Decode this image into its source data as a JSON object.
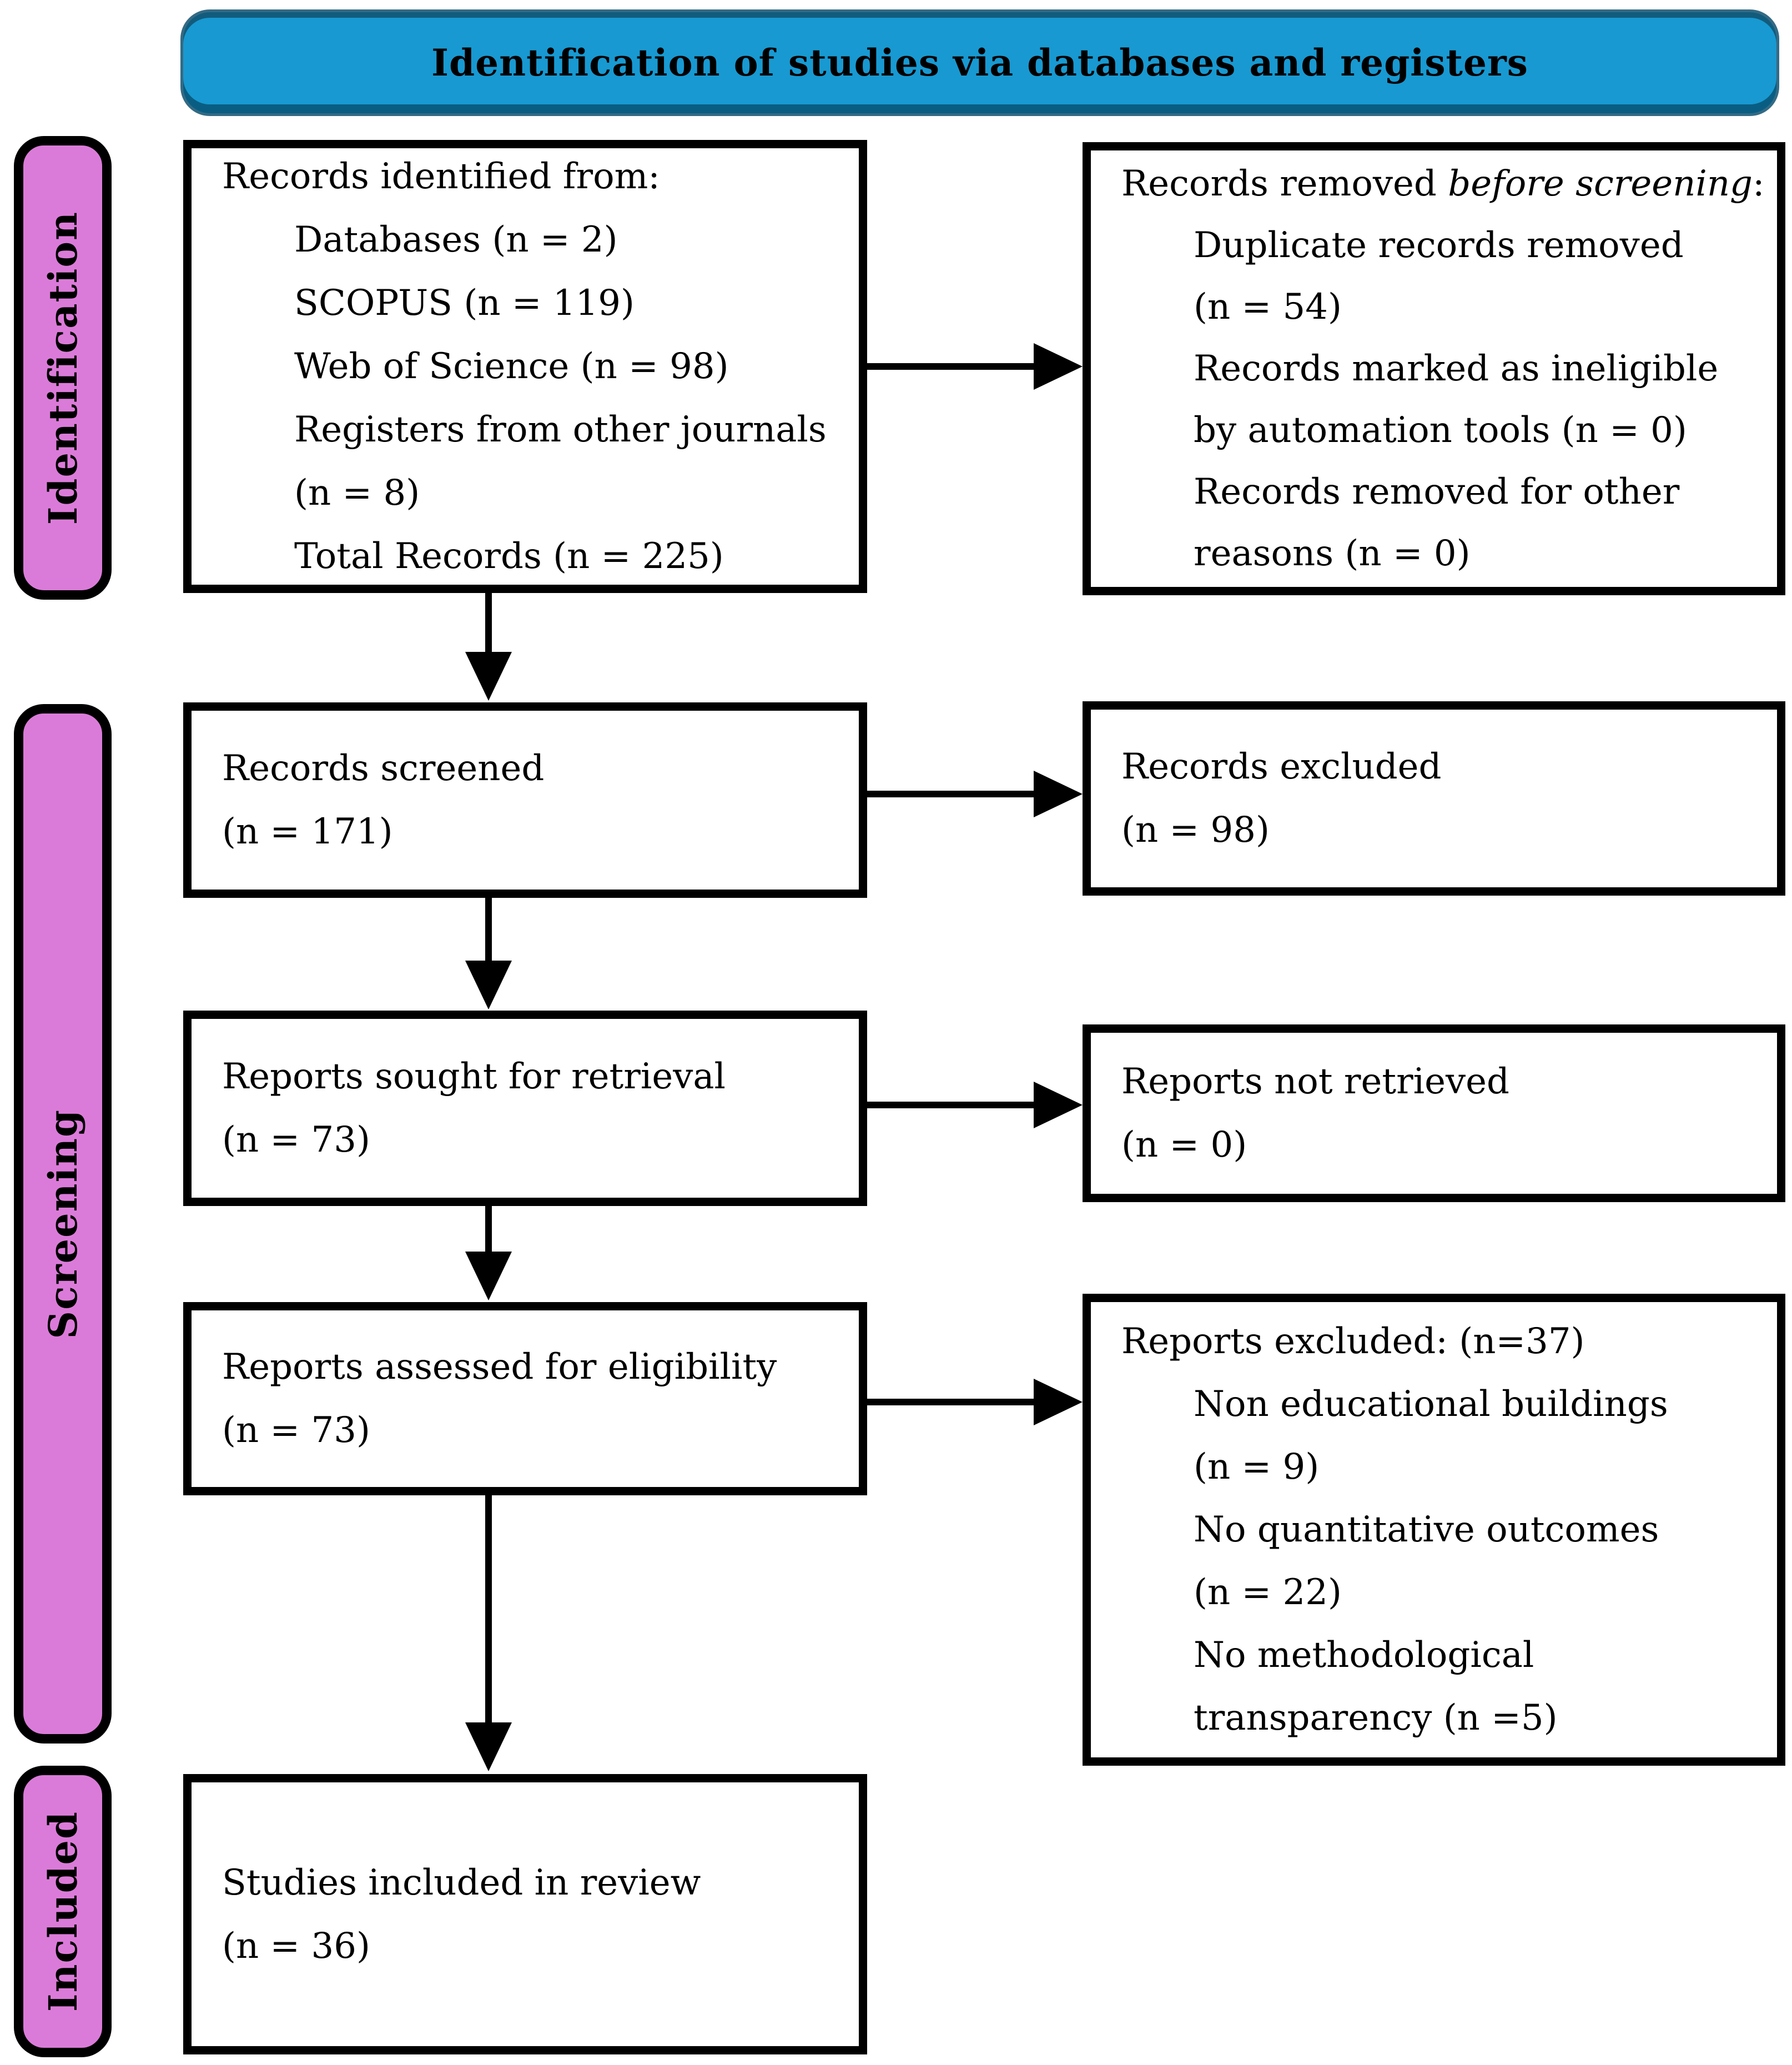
{
  "header": {
    "title": "Identification of studies via databases and registers"
  },
  "sidebar": {
    "labels": {
      "identification": "Identification",
      "screening": "Screening",
      "included": "Included"
    }
  },
  "boxes": {
    "records_identified": {
      "title": "Records identified from:",
      "items": [
        "Databases (n = 2)",
        "SCOPUS (n = 119)",
        "Web of Science (n = 98)",
        "Registers from other journals",
        "(n = 8)",
        "Total Records (n = 225)"
      ]
    },
    "records_removed": {
      "title_prefix": "Records removed ",
      "title_italic": "before screening",
      "title_suffix": ":",
      "items": [
        "Duplicate records removed",
        "(n = 54)",
        "Records marked as ineligible",
        "by automation tools (n = 0)",
        "Records removed for other",
        "reasons (n = 0)"
      ]
    },
    "records_screened": {
      "line1": "Records screened",
      "line2": "(n = 171)"
    },
    "records_excluded": {
      "line1": "Records excluded",
      "line2": "(n = 98)"
    },
    "reports_sought": {
      "line1": "Reports sought for retrieval",
      "line2": "(n = 73)"
    },
    "reports_not_retrieved": {
      "line1": "Reports not retrieved",
      "line2": "(n = 0)"
    },
    "reports_assessed": {
      "line1": "Reports assessed for eligibility",
      "line2": "(n = 73)"
    },
    "reports_excluded": {
      "title": "Reports excluded: (n=37)",
      "items": [
        "Non educational buildings",
        "(n = 9)",
        "No quantitative outcomes",
        "(n = 22)",
        "No methodological",
        "transparency (n =5)"
      ]
    },
    "studies_included": {
      "line1": "Studies included in review",
      "line2": "(n = 36)"
    }
  },
  "colors": {
    "header_blue": "#1899d1",
    "sidebar_pink": "#db7bd9",
    "box_border": "#000000",
    "text": "#000000"
  }
}
